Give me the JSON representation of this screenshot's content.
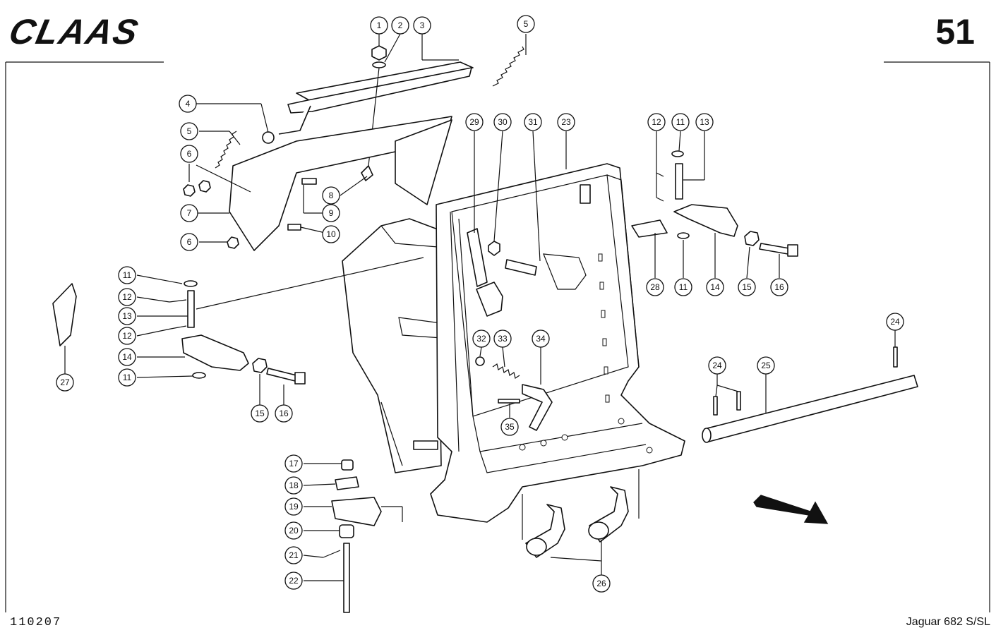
{
  "header": {
    "brand": "CLAAS",
    "page_number": "51"
  },
  "footer": {
    "drawing_number": "110207",
    "model": "Jaguar 682 S/SL"
  },
  "callouts": [
    "1",
    "2",
    "3",
    "5",
    "4",
    "5",
    "6",
    "6",
    "7",
    "6",
    "8",
    "9",
    "10",
    "11",
    "12",
    "13",
    "12",
    "14",
    "11",
    "15",
    "16",
    "27",
    "29",
    "30",
    "31",
    "23",
    "12",
    "11",
    "13",
    "28",
    "11",
    "14",
    "15",
    "16",
    "32",
    "33",
    "34",
    "35",
    "24",
    "24",
    "25",
    "17",
    "18",
    "19",
    "20",
    "21",
    "22",
    "26"
  ]
}
